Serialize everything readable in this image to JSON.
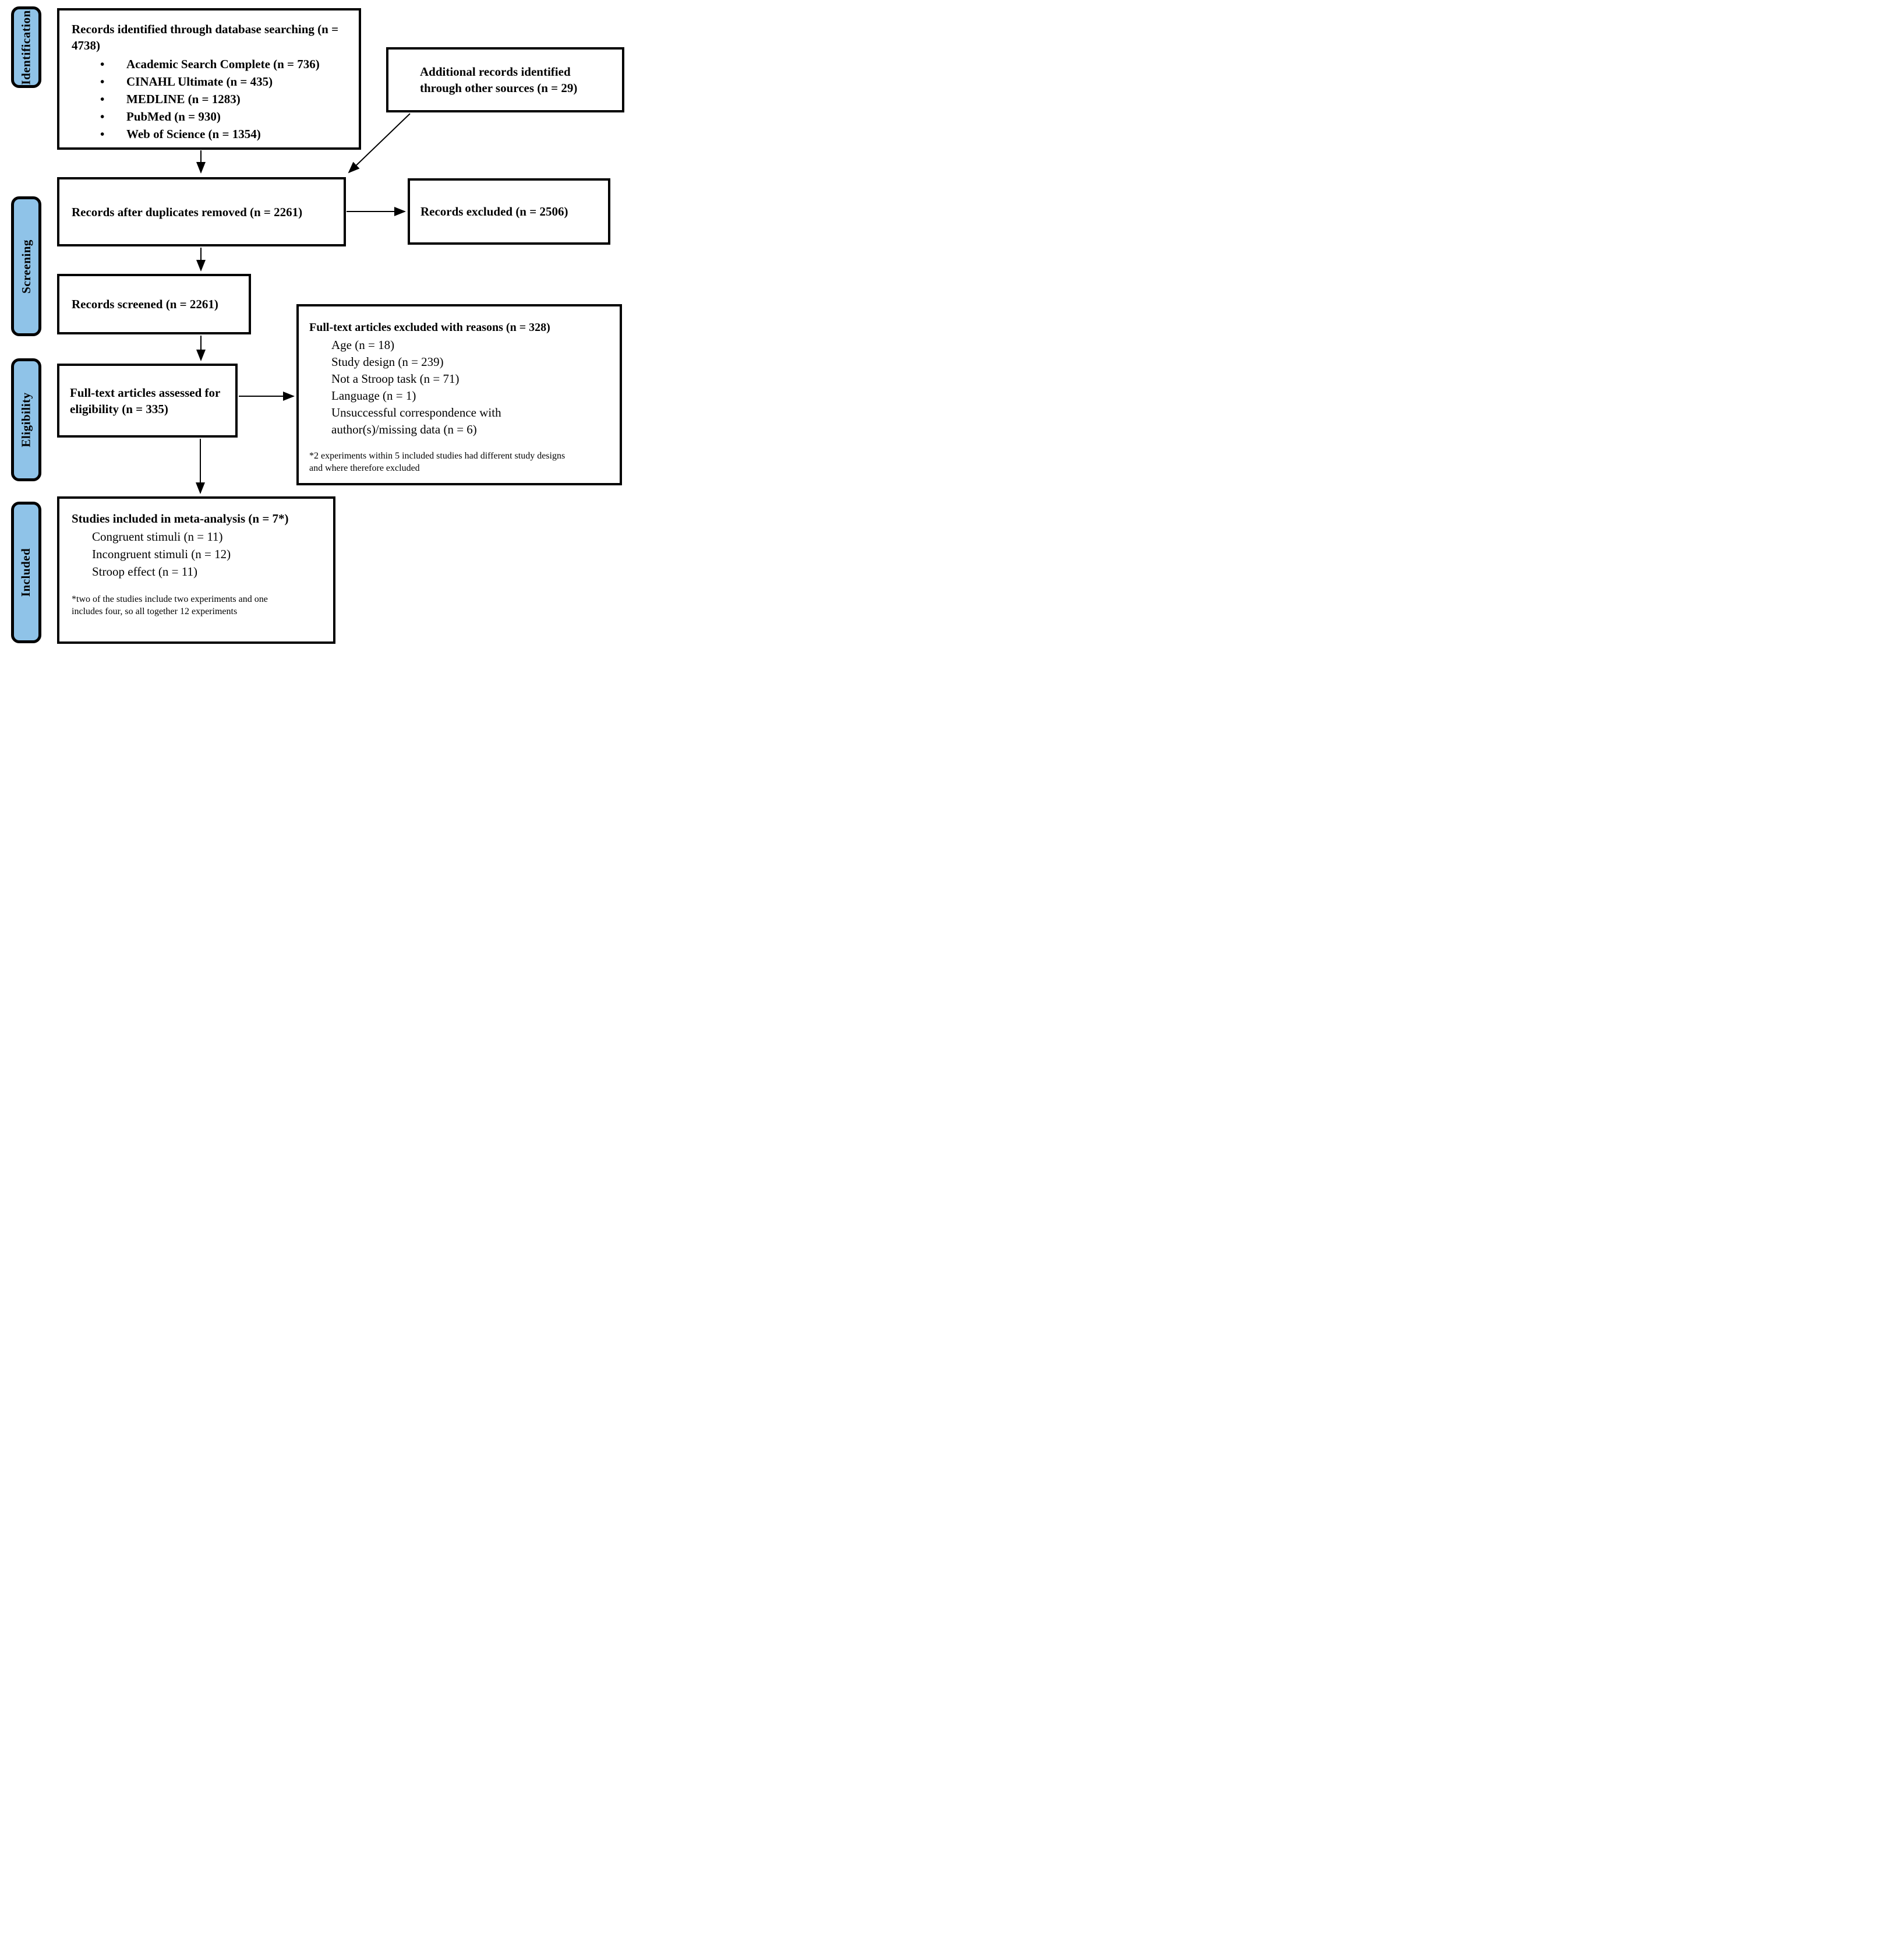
{
  "diagram": {
    "colors": {
      "stage_fill": "#8FC3E8",
      "line_color": "#000000",
      "box_background": "#ffffff"
    },
    "bullet_glyph": "•",
    "sidebar": {
      "stages": [
        {
          "label": "Identification"
        },
        {
          "label": "Screening"
        },
        {
          "label": "Eligibility"
        },
        {
          "label": "Included"
        }
      ]
    },
    "boxes": {
      "identified": {
        "title": "Records identified through database searching (n = 4738)",
        "bullets": [
          "Academic Search Complete (n = 736)",
          "CINAHL Ultimate (n = 435)",
          "MEDLINE (n = 1283)",
          "PubMed (n = 930)",
          "Web of Science (n = 1354)"
        ]
      },
      "additional": {
        "title": "Additional records identified through other sources (n = 29)"
      },
      "duplicates": {
        "title": "Records after duplicates removed (n = 2261)"
      },
      "excluded": {
        "title": "Records excluded (n = 2506)"
      },
      "screened": {
        "title": "Records screened (n = 2261)"
      },
      "fulltext_excluded": {
        "title": "Full-text articles excluded with reasons (n = 328)",
        "reasons": [
          "Age (n = 18)",
          "Study design (n = 239)",
          "Not a Stroop task (n = 71)",
          "Language (n = 1)",
          "Unsuccessful correspondence with author(s)/missing data (n = 6)"
        ],
        "footnote": "*2 experiments within 5 included studies had different study designs and where therefore excluded"
      },
      "assessed": {
        "title": "Full-text articles assessed for eligibility (n = 335)"
      },
      "included_meta": {
        "title": "Studies included in meta-analysis (n = 7*)",
        "items": [
          "Congruent stimuli (n = 11)",
          "Incongruent stimuli (n = 12)",
          "Stroop effect (n = 11)"
        ],
        "footnote": "*two of the studies include two experiments and one includes four, so all together 12 experiments"
      }
    }
  }
}
